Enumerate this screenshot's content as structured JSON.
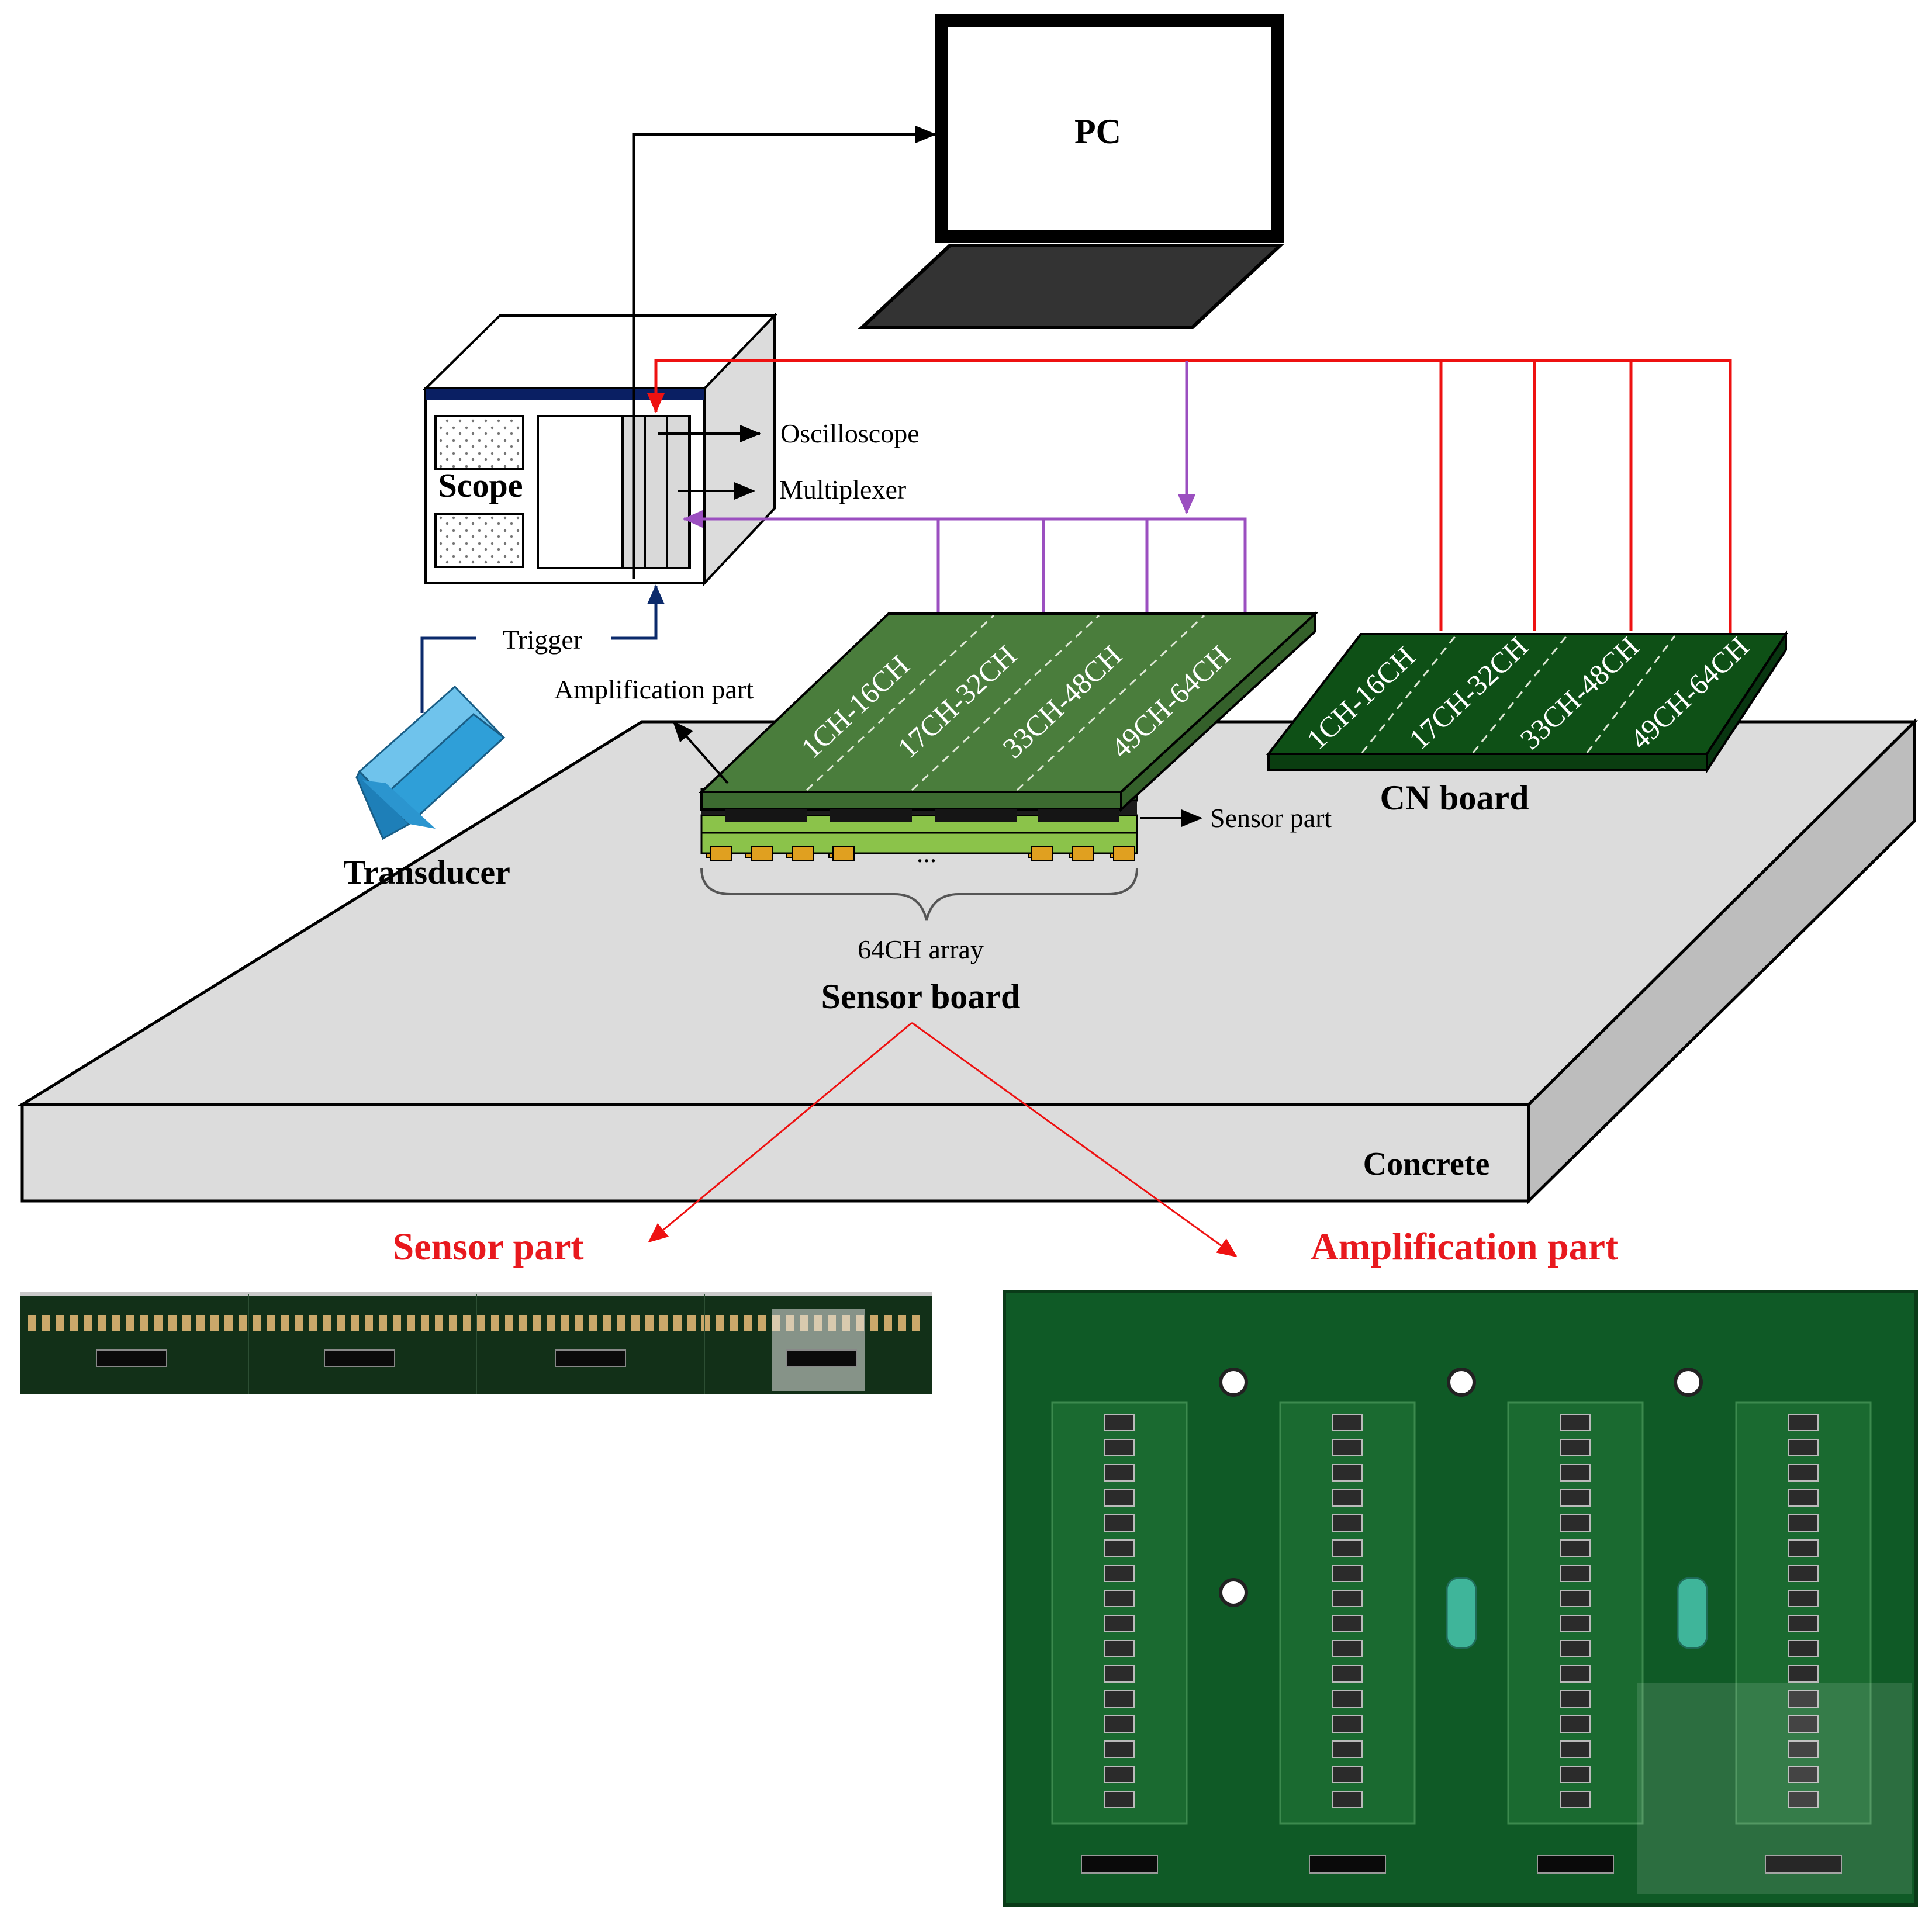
{
  "labels": {
    "pc": "PC",
    "scope": "Scope",
    "oscilloscope": "Oscilloscope",
    "multiplexer": "Multiplexer",
    "trigger": "Trigger",
    "amplification_part": "Amplification part",
    "sensor_part": "Sensor part",
    "transducer": "Transducer",
    "cn_board": "CN board",
    "array_label": "64CH array",
    "dots": "...",
    "sensor_board": "Sensor board",
    "concrete": "Concrete",
    "photo_sensor_title": "Sensor part",
    "photo_amp_title": "Amplification part"
  },
  "channels": [
    "1CH-16CH",
    "17CH-32CH",
    "33CH-48CH",
    "49CH-64CH"
  ],
  "colors": {
    "red_wire": "#ee1111",
    "purple_wire": "#9b4fc0",
    "navy_wire": "#0b2a6b",
    "board_green": "#4a7d3c",
    "cn_green": "#0e5016",
    "transducer_blue": "#2f9fd8",
    "concrete": "#dcdcdc",
    "scope_bar": "#0a1f63",
    "title_red": "#e8191e"
  }
}
